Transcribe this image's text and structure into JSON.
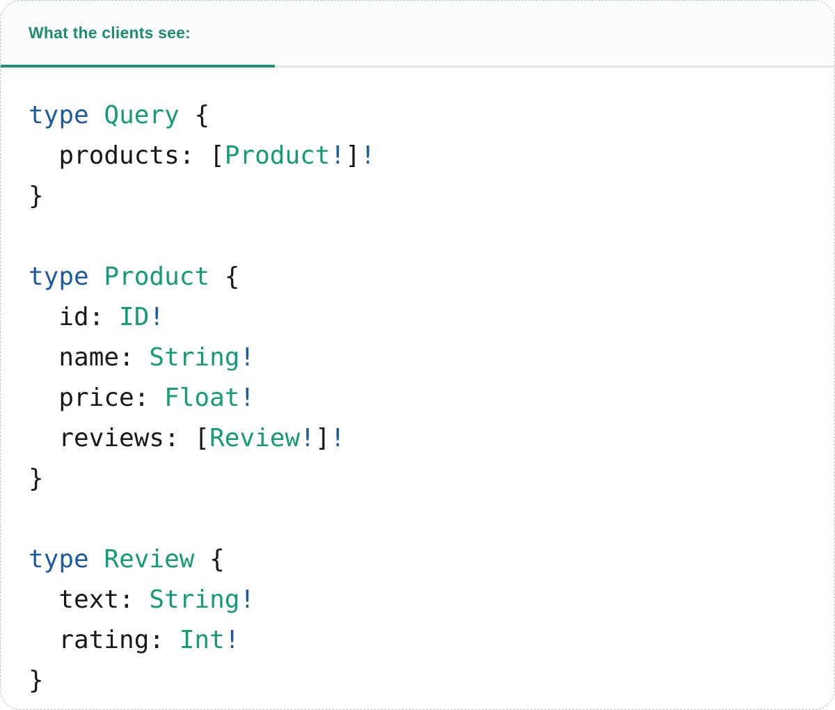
{
  "card": {
    "tab": {
      "label": "What the clients see:"
    }
  },
  "colors": {
    "accent_green": "#149b77",
    "keyword_blue": "#1c5b9e",
    "text_dark": "#16191d",
    "tab_green": "#1b8e6e",
    "tab_underline": "#1b9274",
    "divider_gray": "#e4e4e4",
    "border_green": "#a5cfb0"
  },
  "code": {
    "language": "graphql",
    "lines": [
      [
        {
          "t": "type",
          "c": "kw"
        },
        {
          "t": " ",
          "c": "pl"
        },
        {
          "t": "Query",
          "c": "ty"
        },
        {
          "t": " {",
          "c": "pl"
        }
      ],
      [
        {
          "t": "  products: [",
          "c": "pl"
        },
        {
          "t": "Product",
          "c": "ty"
        },
        {
          "t": "!",
          "c": "kw"
        },
        {
          "t": "]",
          "c": "pl"
        },
        {
          "t": "!",
          "c": "kw"
        }
      ],
      [
        {
          "t": "}",
          "c": "pl"
        }
      ],
      [],
      [
        {
          "t": "type",
          "c": "kw"
        },
        {
          "t": " ",
          "c": "pl"
        },
        {
          "t": "Product",
          "c": "ty"
        },
        {
          "t": " {",
          "c": "pl"
        }
      ],
      [
        {
          "t": "  id: ",
          "c": "pl"
        },
        {
          "t": "ID",
          "c": "ty"
        },
        {
          "t": "!",
          "c": "kw"
        }
      ],
      [
        {
          "t": "  name: ",
          "c": "pl"
        },
        {
          "t": "String",
          "c": "ty"
        },
        {
          "t": "!",
          "c": "kw"
        }
      ],
      [
        {
          "t": "  price: ",
          "c": "pl"
        },
        {
          "t": "Float",
          "c": "ty"
        },
        {
          "t": "!",
          "c": "kw"
        }
      ],
      [
        {
          "t": "  reviews: [",
          "c": "pl"
        },
        {
          "t": "Review",
          "c": "ty"
        },
        {
          "t": "!",
          "c": "kw"
        },
        {
          "t": "]",
          "c": "pl"
        },
        {
          "t": "!",
          "c": "kw"
        }
      ],
      [
        {
          "t": "}",
          "c": "pl"
        }
      ],
      [],
      [
        {
          "t": "type",
          "c": "kw"
        },
        {
          "t": " ",
          "c": "pl"
        },
        {
          "t": "Review",
          "c": "ty"
        },
        {
          "t": " {",
          "c": "pl"
        }
      ],
      [
        {
          "t": "  text: ",
          "c": "pl"
        },
        {
          "t": "String",
          "c": "ty"
        },
        {
          "t": "!",
          "c": "kw"
        }
      ],
      [
        {
          "t": "  rating: ",
          "c": "pl"
        },
        {
          "t": "Int",
          "c": "ty"
        },
        {
          "t": "!",
          "c": "kw"
        }
      ],
      [
        {
          "t": "}",
          "c": "pl"
        }
      ]
    ]
  }
}
